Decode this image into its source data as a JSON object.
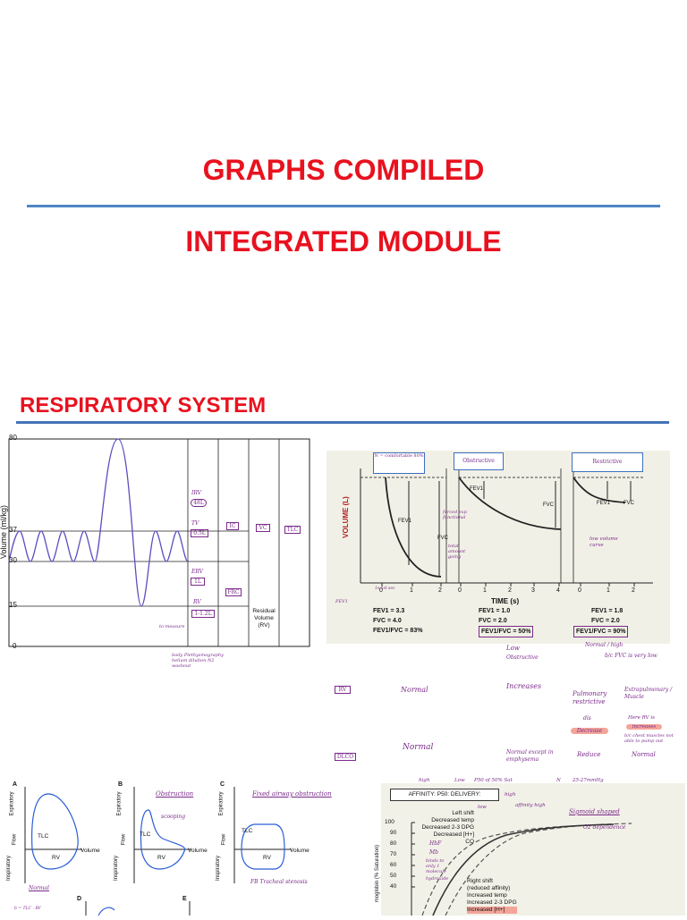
{
  "header": {
    "title_line1": "GRAPHS COMPILED",
    "title_line2": "INTEGRATED MODULE",
    "section": "RESPIRATORY SYSTEM"
  },
  "colors": {
    "title_red": "#e8121f",
    "rule_blue": "#4f86c6",
    "pen_purple": "#7a2a8a",
    "curve_blue": "#5a4fc0"
  },
  "lung_volumes": {
    "ylabel": "Volume (ml/kg)",
    "ticks": [
      "80",
      "37",
      "30",
      "15",
      "0"
    ],
    "residual_label": "Residual Volume (RV)",
    "notes": {
      "irv": "IRV",
      "irv_val": "48L",
      "tv": "TV",
      "tv_val": "0.5L",
      "erv": "ERV",
      "erv_val": "1L",
      "rv": "RV",
      "rv_val": "1-1.2L",
      "ic": "IC",
      "vc": "VC",
      "tlc": "TLC",
      "frc": "FRC",
      "rv_note": "to measure",
      "body_note": "body Plethysmography helium dilution N2 washout"
    }
  },
  "spirometry": {
    "ylabel": "VOLUME (L)",
    "xlabel": "TIME (s)",
    "xticks": [
      "0",
      "1",
      "2",
      "0",
      "1",
      "2",
      "3",
      "4",
      "0",
      "1",
      "2"
    ],
    "panels": [
      {
        "tag": "N = comfortable 80%",
        "fev1": "FEV1 = 3.3",
        "fvc": "FVC = 4.0",
        "ratio": "FEV1/FVC = 83%"
      },
      {
        "tag": "Obstructive",
        "fev1": "FEV1 = 1.0",
        "fvc": "FVC = 2.0",
        "ratio": "FEV1/FVC = 50%"
      },
      {
        "tag": "Restrictive",
        "fev1": "FEV1 = 1.8",
        "fvc": "FVC = 2.0",
        "ratio": "FEV1/FVC = 90%"
      }
    ],
    "curve_labels": {
      "fev1": "FEV1",
      "fvc": "FVC"
    },
    "notes": {
      "p1a": "forced exp functional",
      "p1b": "FVC",
      "p1c": "total amount going",
      "p1d": "1s 1st sec",
      "fev_label": "FEV1",
      "p3": "low volume curve",
      "low": "Low",
      "low_sub": "Obstructive",
      "normal_high": "Normal / high",
      "fvc_low": "b/c FVC is very low"
    }
  },
  "table_notes": {
    "rv": "RV",
    "dlco": "DLCO",
    "row1": [
      "Normal",
      "Increases",
      "Pulmonary restrictive",
      "Extrapulmonary / Muscle"
    ],
    "row1_sub": [
      "dis",
      "Decrease",
      "Here RV is",
      "increases",
      "b/c chest muscles not able to pump out"
    ],
    "row2": [
      "Normal",
      "Normal except in emphysema",
      "Reduce",
      "Normal"
    ]
  },
  "flow_volume": {
    "panels": [
      {
        "letter": "A",
        "note": "Normal"
      },
      {
        "letter": "B",
        "note": "Obstruction",
        "sub": "scooping"
      },
      {
        "letter": "C",
        "note": "Fixed airway obstruction",
        "sub": "FB  Tracheal stenosis"
      },
      {
        "letter": "D"
      },
      {
        "letter": "E"
      }
    ],
    "labels": {
      "exp": "Expiratory",
      "flow": "Flow",
      "insp": "Inspiratory",
      "tlc": "TLC",
      "rv": "RV",
      "volume": "Volume"
    },
    "formula": "b = TLC - RV"
  },
  "oxygen_curve": {
    "heading": "AFFINITY: P50: DELIVERY:",
    "top_notes": [
      "high",
      "Low",
      "P50 of 50% Sat",
      "25-27mmHg",
      "high",
      "affinity high",
      "low",
      "N"
    ],
    "left_shift": [
      "Left shift",
      "Decreased temp",
      "Decreased 2-3 DPG",
      "Decreased [H+]",
      "CO"
    ],
    "left_notes": [
      "HbF",
      "Mb",
      "binds to only 1 molecule",
      "hydroxide"
    ],
    "right_shift": [
      "Right shift",
      "(reduced affinity)",
      "Increased temp",
      "Increased 2-3 DPG",
      "Increased [H+]"
    ],
    "right_notes": [
      "Sigmoid shaped",
      "O2 dependence"
    ],
    "yticks": [
      "100",
      "90",
      "80",
      "70",
      "60",
      "50",
      "40"
    ],
    "ylabel": "moglobin (% Saturation)"
  }
}
